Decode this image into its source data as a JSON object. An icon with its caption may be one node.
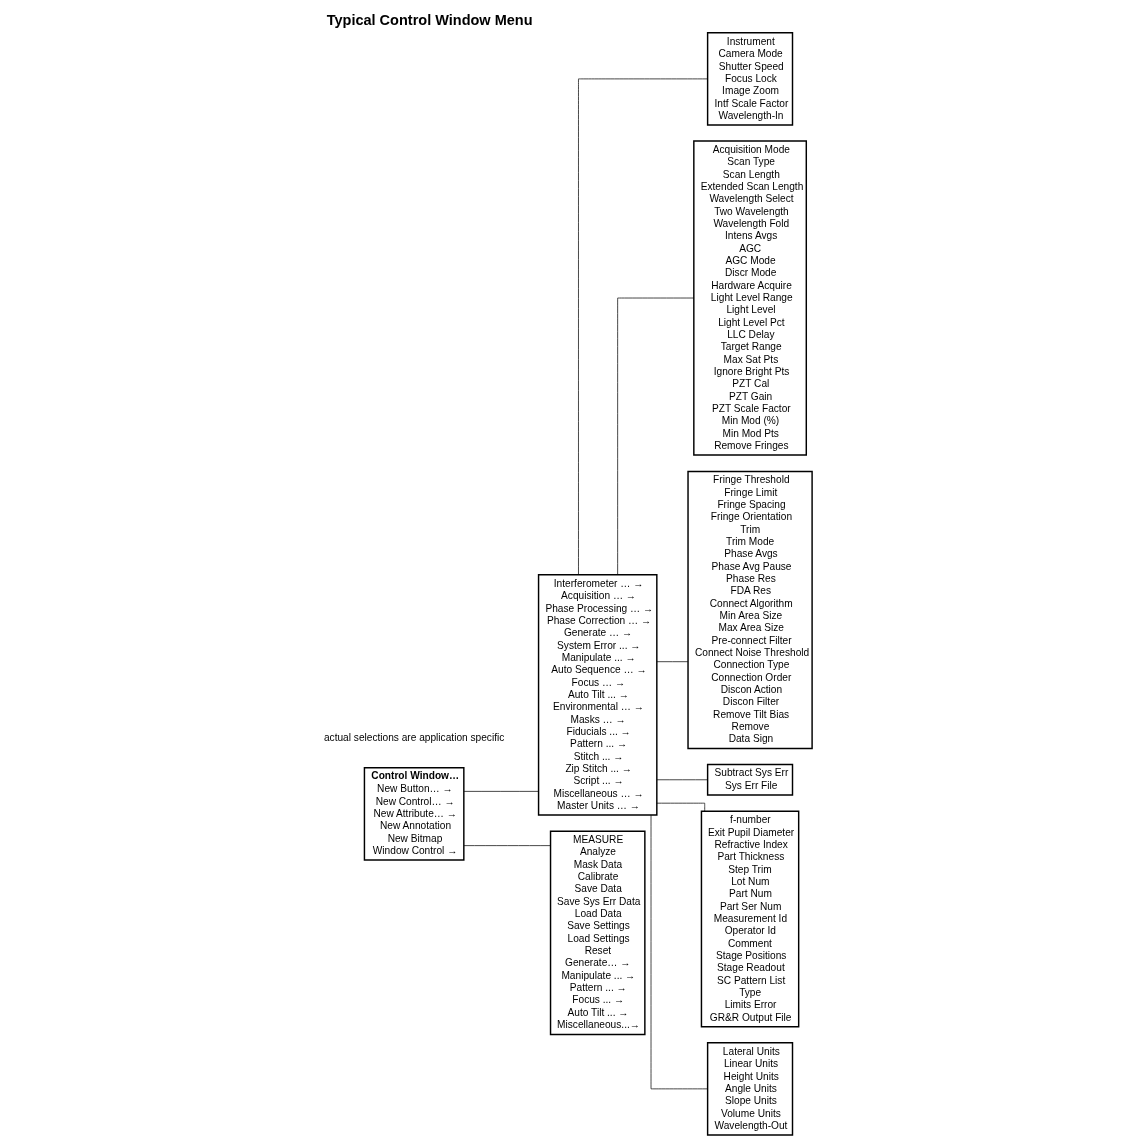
{
  "diagram": {
    "title": "Typical Control Window Menu",
    "nodes": [
      {
        "text": [
          "Control Window…",
          "New Button… →",
          "New Control… →",
          "New Attribute… →",
          "New Annotation",
          "New Bitmap",
          "Window Control →"
        ]
      },
      {
        "text": [
          "Interferometer … →",
          "Acquisition … →",
          "Phase Processing … →",
          "Phase Correction … →",
          "Generate … →",
          "System Error ... →",
          "Manipulate ... →",
          "Auto Sequence … →",
          "Focus … →",
          "Auto Tilt ... →",
          "Environmental … →",
          "Masks … →",
          "Fiducials ... →",
          "Pattern ... →",
          "Stitch ... →",
          "Zip Stitch ... →",
          "Script ... →",
          "Miscellaneous … →",
          "Master Units … →"
        ]
      },
      {
        "text": [
          "MEASURE",
          "Analyze",
          "Mask Data",
          "Calibrate",
          "Save Data",
          "Save Sys Err Data",
          "Load Data",
          "Save Settings",
          "Load Settings",
          "Reset",
          "Generate… →",
          "Manipulate ... →",
          "Pattern ... →",
          "Focus ... →",
          "Auto Tilt ... →",
          "Miscellaneous...→"
        ]
      },
      {
        "text": [
          "Instrument",
          "Camera Mode",
          "Shutter Speed",
          "Focus Lock",
          "Image Zoom",
          "Intf Scale Factor",
          "Wavelength-In"
        ]
      },
      {
        "text": [
          "Acquisition Mode",
          "Scan Type",
          "Scan Length",
          "Extended Scan Length",
          "Wavelength Select",
          "Two Wavelength",
          "Wavelength Fold",
          "Intens Avgs",
          "AGC",
          "AGC Mode",
          "Discr Mode",
          "Hardware Acquire",
          "Light Level Range",
          "Light Level",
          "Light Level Pct",
          "LLC Delay",
          "Target Range",
          "Max Sat Pts",
          "Ignore Bright Pts",
          "PZT Cal",
          "PZT Gain",
          "PZT Scale Factor",
          "Min Mod (%)",
          "Min Mod Pts",
          "Remove Fringes"
        ]
      },
      {
        "text": [
          "Fringe Threshold",
          "Fringe Limit",
          "Fringe Spacing",
          "Fringe Orientation",
          "Trim",
          "Trim Mode",
          "Phase Avgs",
          "Phase Avg Pause",
          "Phase Res",
          "FDA Res",
          "Connect Algorithm",
          "Min Area Size",
          "Max Area Size",
          "Pre-connect Filter",
          "Connect Noise Threshold",
          "Connection Type",
          "Connection Order",
          "Discon Action",
          "Discon Filter",
          "Remove Tilt Bias",
          "Remove",
          "Data Sign"
        ]
      },
      {
        "text": [
          "Subtract Sys Err",
          "Sys Err File"
        ]
      },
      {
        "text": [
          "f-number",
          "Exit Pupil Diameter",
          "Refractive Index",
          "Part Thickness",
          "Step Trim",
          "Lot Num",
          "Part Num",
          "Part Ser Num",
          "Measurement Id",
          "Operator Id",
          "Comment",
          "Stage Positions",
          "Stage Readout",
          "SC Pattern List",
          "Type",
          "Limits Error",
          "GR&R Output File"
        ]
      },
      {
        "text": [
          "Lateral Units",
          "Linear Units",
          "Height Units",
          "Angle Units",
          "Slope Units",
          "Volume Units",
          "Wavelength-Out"
        ]
      }
    ],
    "edges": [
      {
        "from": 0,
        "to": 1,
        "arrow": "none"
      },
      {
        "from": 0,
        "to": 2,
        "arrow": "none"
      },
      {
        "from": 1,
        "to": 3,
        "arrow": "none"
      },
      {
        "from": 1,
        "to": 4,
        "arrow": "none"
      },
      {
        "from": 1,
        "to": 5,
        "arrow": "none"
      },
      {
        "from": 1,
        "to": 6,
        "arrow": "none"
      },
      {
        "from": 1,
        "to": 7,
        "arrow": "none"
      },
      {
        "from": 1,
        "to": 8,
        "arrow": "none"
      }
    ],
    "labels": [
      "actual selections are application specific"
    ]
  }
}
